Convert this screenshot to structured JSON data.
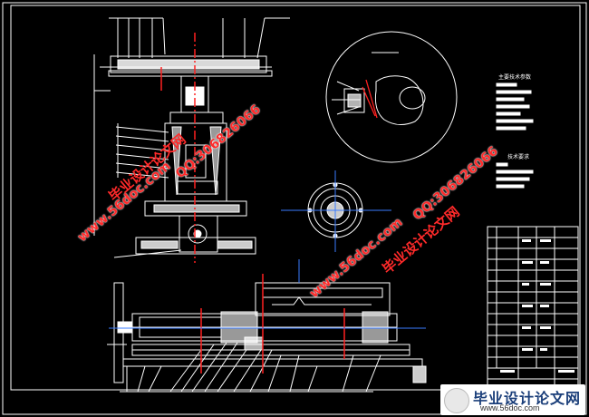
{
  "drawing": {
    "notes": {
      "params_title": "主要技术参数",
      "requirements_title": "技术要求"
    }
  },
  "watermarks": {
    "url_text": "www.56doc.com",
    "qq_text": "QQ:306826066",
    "brand_text": "毕业设计论文网"
  },
  "logo": {
    "text": "毕业设计论文网",
    "url": "www.56doc.com"
  },
  "colors": {
    "background": "#000000",
    "linework": "#ffffff",
    "centerline": "#ff2020",
    "dimension": "#3a7bff",
    "watermark": "#ff2a2a"
  }
}
